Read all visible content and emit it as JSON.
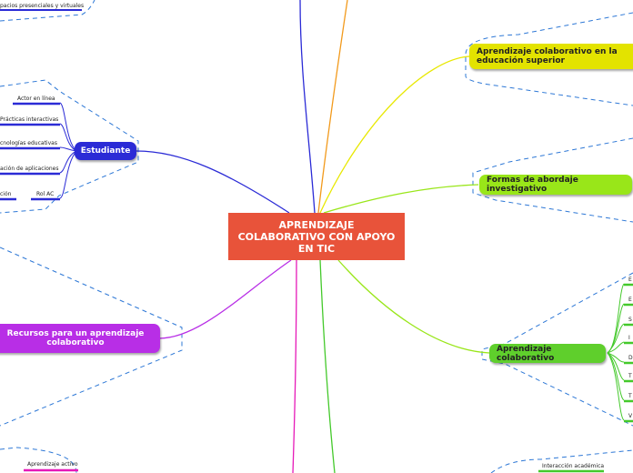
{
  "central": {
    "title": "APRENDIZAJE COLABORATIVO CON APOYO EN TIC"
  },
  "branches": {
    "aprendizaje_colaborativo_superior": "Aprendizaje colaborativo en la educación superior",
    "formas_abordaje": "Formas de abordaje investigativo",
    "aprendizaje_colaborativo": "Aprendizaje colaborativo",
    "estudiante": "Estudiante",
    "recursos": "Recursos para un aprendizaje colaborativo"
  },
  "estudiante_items": {
    "actor_en_linea": "Actor en línea",
    "practicas_interactivas": "Prácticas interactivas",
    "tecnologias_educativas": "cnologías educativas",
    "aplicaciones": "ación de aplicaciones",
    "rol_ac": "Rol AC",
    "ion": "ción"
  },
  "top_left_item": "pacios presenciales y virtuales",
  "aprendizaje_activo": "Aprendizaje activo",
  "interaccion_academica": "Interacción académica",
  "ac_letters": [
    "E",
    "E",
    "S",
    "I",
    "D",
    "T",
    "T",
    "V"
  ],
  "colors": {
    "central": "#e8533a",
    "yellow": "#e8e800",
    "lime": "#99e619",
    "green": "#44c92b",
    "blue": "#2b2bd6",
    "purple": "#b82ee6",
    "magenta": "#e619b8",
    "orange": "#f29a1c",
    "dash": "#2e78d6"
  }
}
